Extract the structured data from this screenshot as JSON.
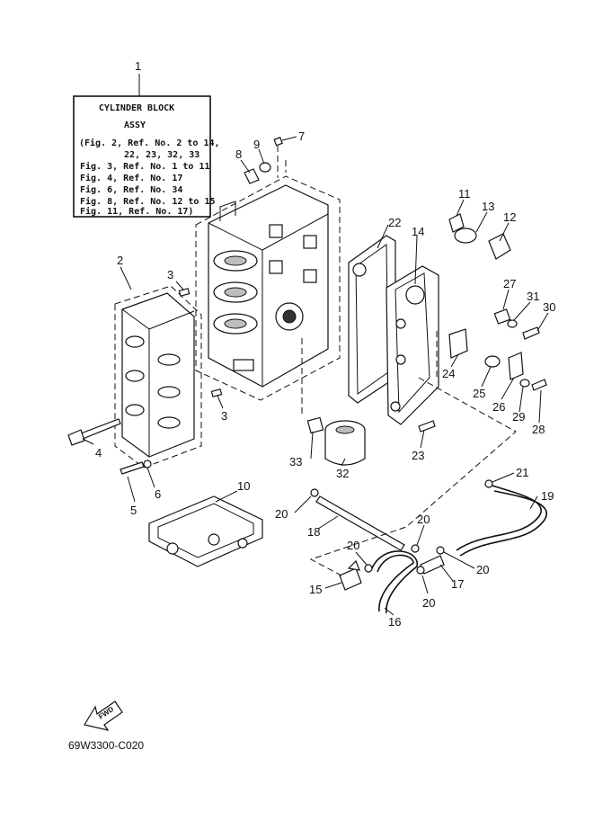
{
  "assy_box": {
    "title": "CYLINDER BLOCK",
    "subtitle": "ASSY",
    "lines": [
      "(Fig. 2, Ref. No. 2 to 14,",
      "22, 23, 32, 33",
      "Fig. 3, Ref. No. 1 to 11",
      "Fig. 4, Ref. No. 17",
      "Fig. 6, Ref. No. 34",
      "Fig. 8, Ref. No. 12 to 15",
      "Fig. 11, Ref. No. 17)"
    ]
  },
  "callouts": [
    "1",
    "2",
    "3",
    "3",
    "4",
    "5",
    "6",
    "7",
    "8",
    "9",
    "10",
    "11",
    "12",
    "13",
    "14",
    "15",
    "16",
    "17",
    "18",
    "19",
    "20",
    "20",
    "20",
    "20",
    "20",
    "21",
    "22",
    "23",
    "24",
    "25",
    "26",
    "27",
    "28",
    "29",
    "30",
    "31",
    "32",
    "33"
  ],
  "fwd_label": "FWD",
  "diagram_code": "69W3300-C020"
}
